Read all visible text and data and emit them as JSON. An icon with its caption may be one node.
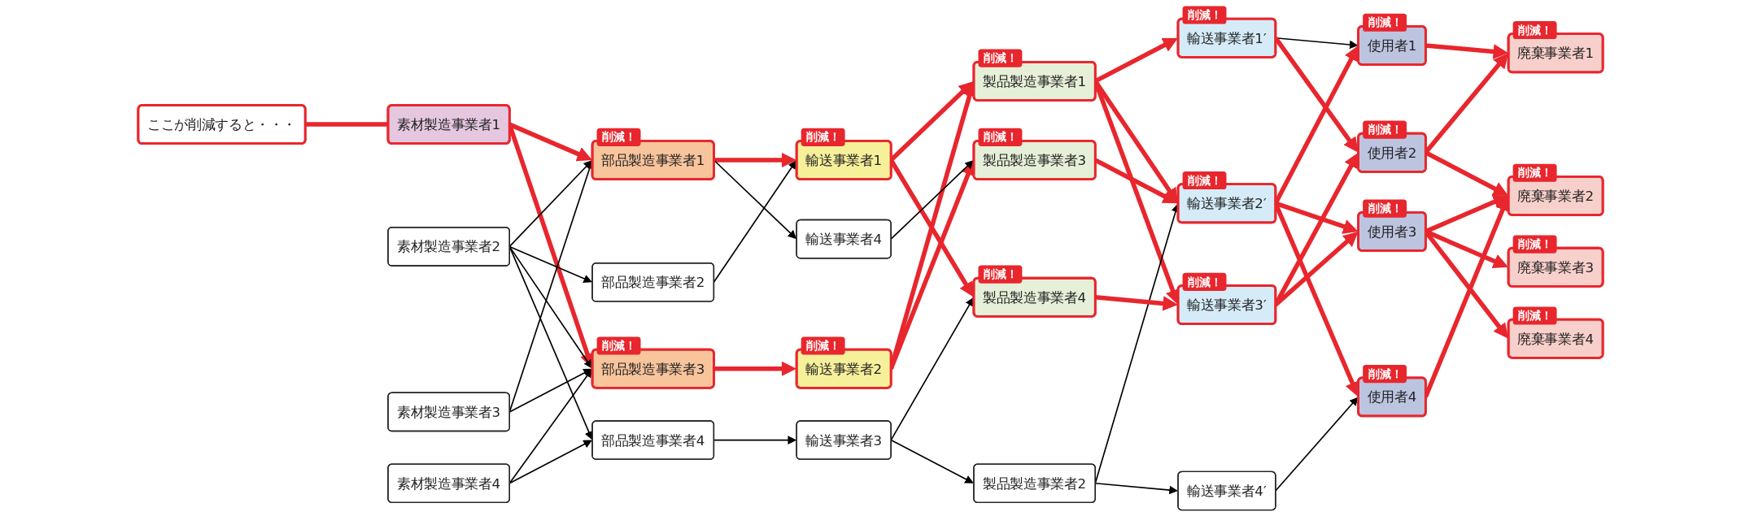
{
  "diagram": {
    "nodes": [
      {
        "text": [
          "ここが削減すると・・・"
        ]
      },
      {
        "text": [
          "素材製造事業者1"
        ]
      },
      {
        "text": [
          "素材製造事業者2"
        ]
      },
      {
        "text": [
          "素材製造事業者3"
        ]
      },
      {
        "text": [
          "素材製造事業者4"
        ]
      },
      {
        "text": [
          "部品製造事業者1"
        ],
        "beside": [
          "削減！"
        ]
      },
      {
        "text": [
          "部品製造事業者2"
        ]
      },
      {
        "text": [
          "部品製造事業者3"
        ],
        "beside": [
          "削減！"
        ]
      },
      {
        "text": [
          "部品製造事業者4"
        ]
      },
      {
        "text": [
          "輸送事業者1"
        ],
        "beside": [
          "削減！"
        ]
      },
      {
        "text": [
          "輸送事業者2"
        ],
        "beside": [
          "削減！"
        ]
      },
      {
        "text": [
          "輸送事業者3"
        ]
      },
      {
        "text": [
          "輸送事業者4"
        ]
      },
      {
        "text": [
          "製品製造事業者1"
        ],
        "beside": [
          "削減！"
        ]
      },
      {
        "text": [
          "製品製造事業者2"
        ]
      },
      {
        "text": [
          "製品製造事業者3"
        ],
        "beside": [
          "削減！"
        ]
      },
      {
        "text": [
          "製品製造事業者4"
        ],
        "beside": [
          "削減！"
        ]
      },
      {
        "text": [
          "輸送事業者1′"
        ],
        "beside": [
          "削減！"
        ]
      },
      {
        "text": [
          "輸送事業者2′"
        ],
        "beside": [
          "削減！"
        ]
      },
      {
        "text": [
          "輸送事業者3′"
        ],
        "beside": [
          "削減！"
        ]
      },
      {
        "text": [
          "輸送事業者4′"
        ]
      },
      {
        "text": [
          "使用者1"
        ],
        "beside": [
          "削減！"
        ]
      },
      {
        "text": [
          "使用者2"
        ],
        "beside": [
          "削減！"
        ]
      },
      {
        "text": [
          "使用者3"
        ],
        "beside": [
          "削減！"
        ]
      },
      {
        "text": [
          "使用者4"
        ],
        "beside": [
          "削減！"
        ]
      },
      {
        "text": [
          "廃棄事業者1"
        ],
        "beside": [
          "削減！"
        ]
      },
      {
        "text": [
          "廃棄事業者2"
        ],
        "beside": [
          "削減！"
        ]
      },
      {
        "text": [
          "廃棄事業者3"
        ],
        "beside": [
          "削減！"
        ]
      },
      {
        "text": [
          "廃棄事業者4"
        ],
        "beside": [
          "削減！"
        ]
      }
    ],
    "edges": [
      {
        "from": 0,
        "to": 1,
        "arrow": "none"
      },
      {
        "from": 1,
        "to": 5,
        "arrow": "to"
      },
      {
        "from": 1,
        "to": 7,
        "arrow": "to"
      },
      {
        "from": 2,
        "to": 5,
        "arrow": "to",
        "color": "#000000"
      },
      {
        "from": 2,
        "to": 6,
        "arrow": "to",
        "color": "#000000"
      },
      {
        "from": 2,
        "to": 7,
        "arrow": "to",
        "color": "#000000"
      },
      {
        "from": 2,
        "to": 8,
        "arrow": "to",
        "color": "#000000"
      },
      {
        "from": 3,
        "to": 5,
        "arrow": "to",
        "color": "#000000"
      },
      {
        "from": 3,
        "to": 7,
        "arrow": "to",
        "color": "#000000"
      },
      {
        "from": 4,
        "to": 7,
        "arrow": "to",
        "color": "#000000"
      },
      {
        "from": 4,
        "to": 8,
        "arrow": "to",
        "color": "#000000"
      },
      {
        "from": 5,
        "to": 9,
        "arrow": "to"
      },
      {
        "from": 5,
        "to": 12,
        "arrow": "to",
        "color": "#000000"
      },
      {
        "from": 6,
        "to": 9,
        "arrow": "to",
        "color": "#000000"
      },
      {
        "from": 7,
        "to": 10,
        "arrow": "to"
      },
      {
        "from": 8,
        "to": 11,
        "arrow": "to",
        "color": "#000000"
      },
      {
        "from": 9,
        "to": 13,
        "arrow": "to"
      },
      {
        "from": 9,
        "to": 16,
        "arrow": "to"
      },
      {
        "from": 10,
        "to": 13,
        "arrow": "to"
      },
      {
        "from": 10,
        "to": 15,
        "arrow": "to"
      },
      {
        "from": 11,
        "to": 14,
        "arrow": "to",
        "color": "#000000"
      },
      {
        "from": 11,
        "to": 16,
        "arrow": "to",
        "color": "#000000"
      },
      {
        "from": 12,
        "to": 15,
        "arrow": "to",
        "color": "#000000"
      },
      {
        "from": 13,
        "to": 17,
        "arrow": "to"
      },
      {
        "from": 13,
        "to": 18,
        "arrow": "to"
      },
      {
        "from": 13,
        "to": 19,
        "arrow": "to"
      },
      {
        "from": 14,
        "to": 18,
        "arrow": "to",
        "color": "#000000"
      },
      {
        "from": 14,
        "to": 20,
        "arrow": "to",
        "color": "#000000"
      },
      {
        "from": 15,
        "to": 18,
        "arrow": "to"
      },
      {
        "from": 16,
        "to": 19,
        "arrow": "to"
      },
      {
        "from": 17,
        "to": 21,
        "arrow": "to",
        "color": "#000000"
      },
      {
        "from": 17,
        "to": 22,
        "arrow": "to"
      },
      {
        "from": 18,
        "to": 21,
        "arrow": "to"
      },
      {
        "from": 18,
        "to": 23,
        "arrow": "to"
      },
      {
        "from": 18,
        "to": 24,
        "arrow": "to"
      },
      {
        "from": 19,
        "to": 22,
        "arrow": "to"
      },
      {
        "from": 19,
        "to": 23,
        "arrow": "to"
      },
      {
        "from": 20,
        "to": 24,
        "arrow": "to",
        "color": "#000000"
      },
      {
        "from": 21,
        "to": 25,
        "arrow": "to"
      },
      {
        "from": 22,
        "to": 25,
        "arrow": "to"
      },
      {
        "from": 22,
        "to": 26,
        "arrow": "to"
      },
      {
        "from": 23,
        "to": 26,
        "arrow": "to"
      },
      {
        "from": 23,
        "to": 27,
        "arrow": "to"
      },
      {
        "from": 23,
        "to": 28,
        "arrow": "to"
      },
      {
        "from": 24,
        "to": 26,
        "arrow": "to"
      }
    ]
  }
}
